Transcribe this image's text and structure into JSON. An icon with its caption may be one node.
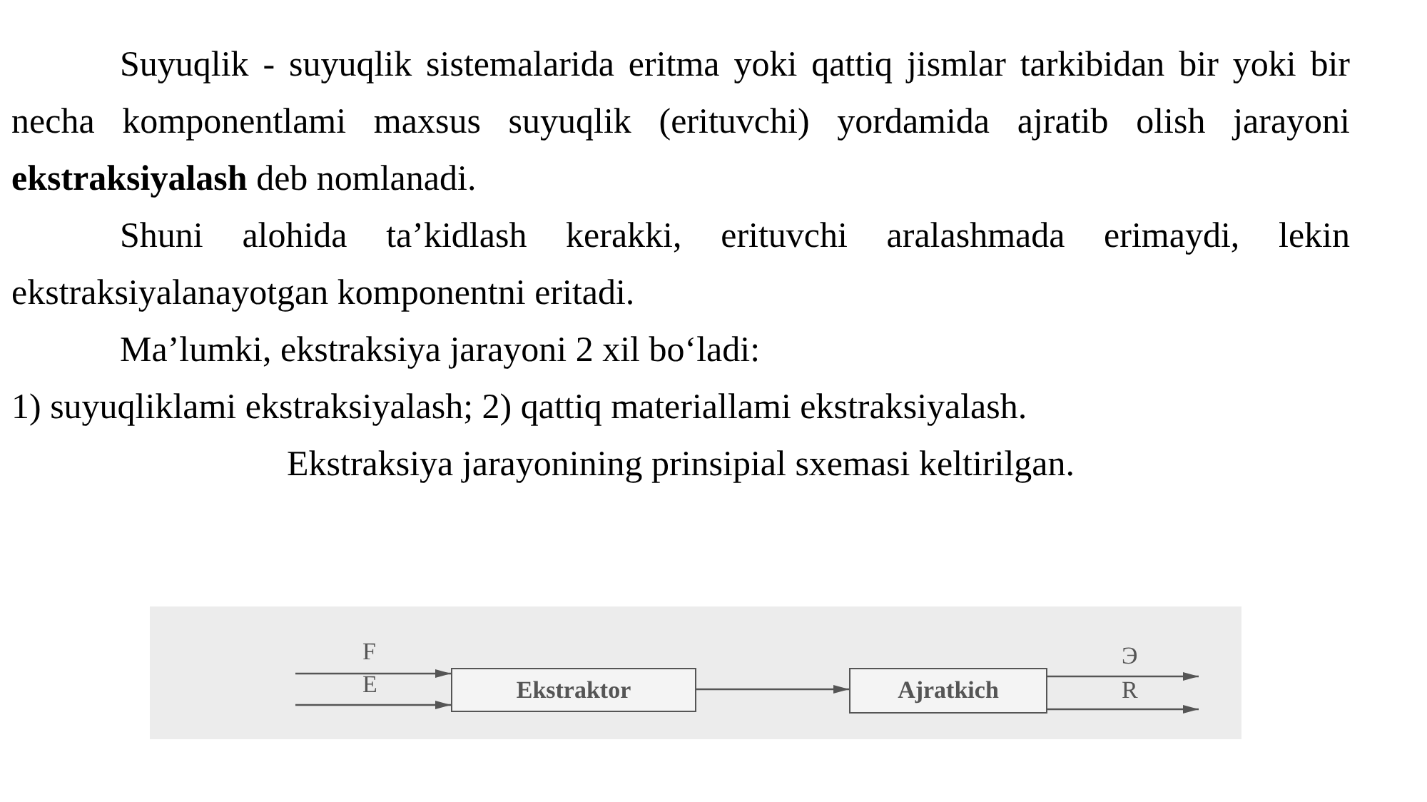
{
  "diagram": {
    "nodes": [
      {
        "text": [
          "Ekstraktor"
        ]
      },
      {
        "text": [
          "Ajratkich"
        ]
      }
    ],
    "edges": [
      {
        "from": null,
        "to": 0,
        "arrow": "to",
        "label": "F"
      },
      {
        "from": null,
        "to": 0,
        "arrow": "to",
        "label": "E"
      },
      {
        "from": 0,
        "to": 1,
        "arrow": "to"
      },
      {
        "from": 1,
        "to": null,
        "arrow": "to",
        "label": "Э"
      },
      {
        "from": 1,
        "to": null,
        "arrow": "to",
        "label": "R"
      }
    ],
    "labels": [
      "Suyuqlik - suyuqlik sistemalarida eritma yoki qattiq jismlar tarkibidan bir yoki bir necha komponentlami maxsus suyuqlik (erituvchi) yordamida ajratib olish jarayoni **ekstraksiyalash** deb nomlanadi.",
      "Shuni alohida ta’kidlash kerakki, erituvchi aralashmada erimaydi, lekin ekstraksiyalanayotgan komponentni eritadi.",
      "Ma’lumki, ekstraksiya jarayoni 2 xil bo‘ladi:",
      "1) suyuqliklami ekstraksiyalash; 2) qattiq materiallami ekstraksiyalash.",
      "Ekstraksiya jarayonining prinsipial sxemasi keltirilgan."
    ]
  }
}
